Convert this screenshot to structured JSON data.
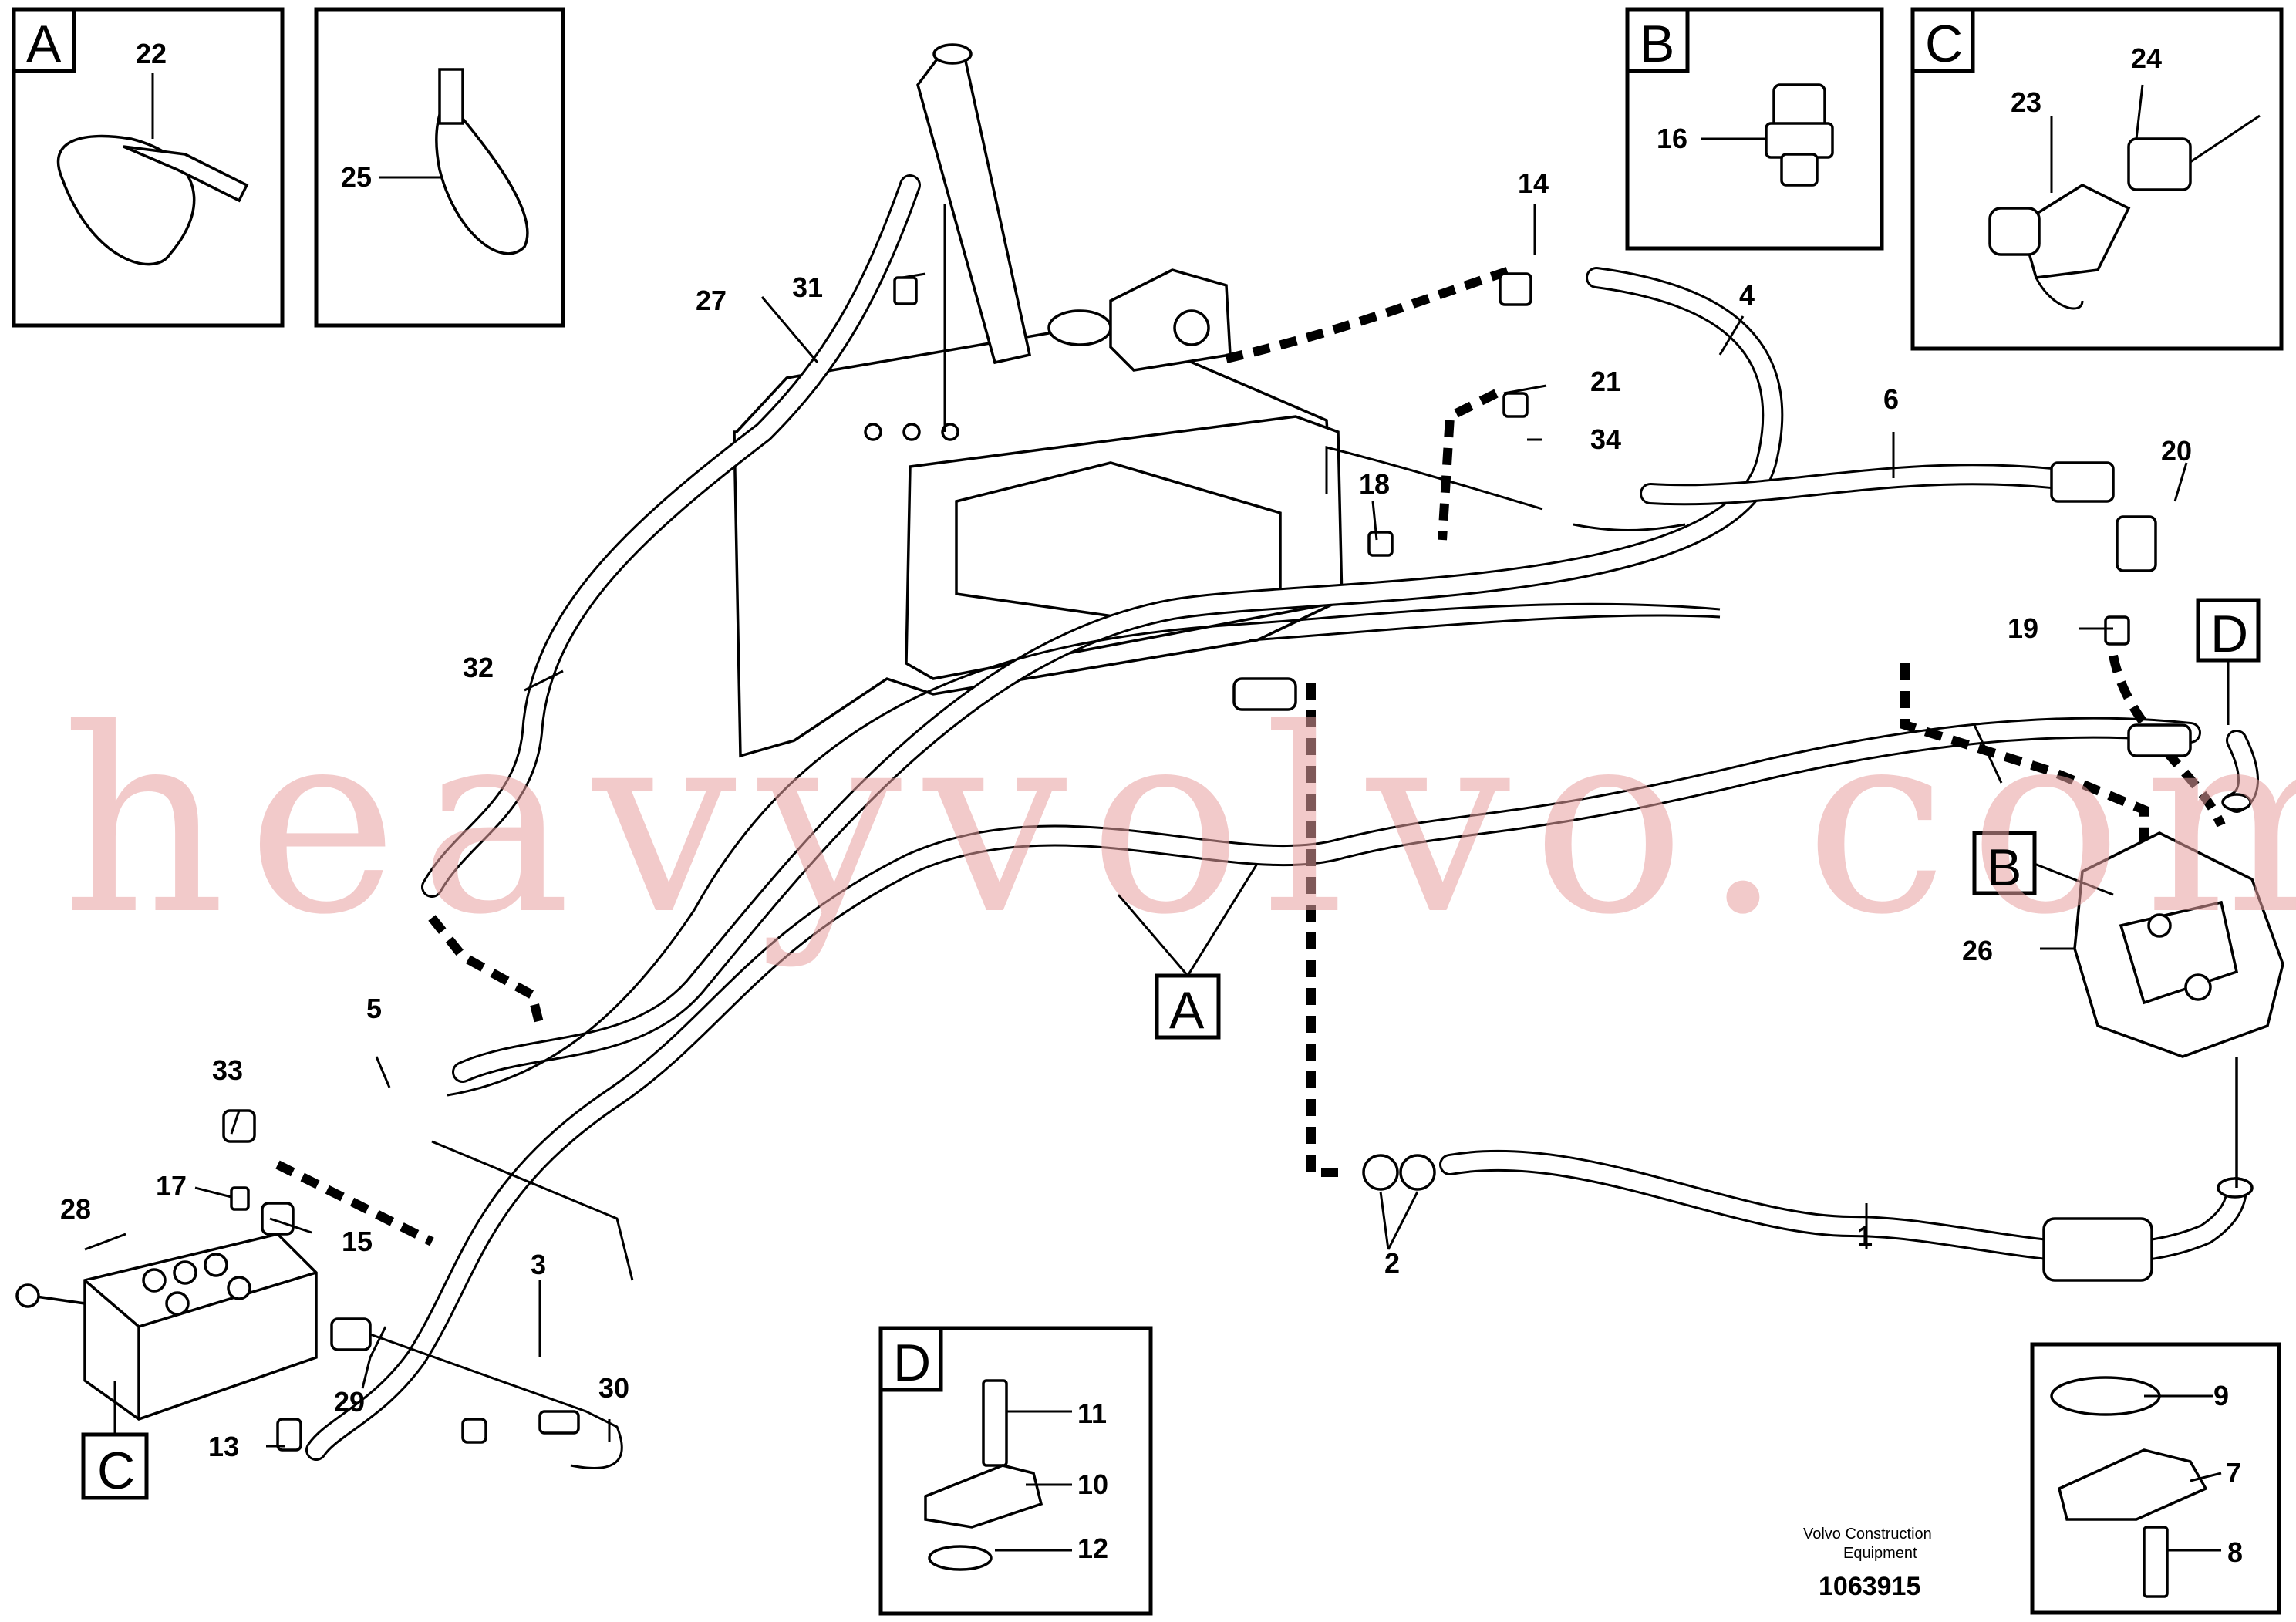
{
  "inset_letters": {
    "a": "A",
    "b": "B",
    "c": "C",
    "d": "D"
  },
  "callouts": {
    "a": "A",
    "b": "B",
    "c": "C",
    "d": "D"
  },
  "parts": {
    "p1": "1",
    "p2": "2",
    "p3": "3",
    "p4": "4",
    "p5": "5",
    "p6": "6",
    "p7": "7",
    "p8": "8",
    "p9": "9",
    "p10": "10",
    "p11": "11",
    "p12": "12",
    "p13": "13",
    "p14": "14",
    "p15": "15",
    "p16": "16",
    "p17": "17",
    "p18": "18",
    "p19": "19",
    "p20": "20",
    "p21": "21",
    "p22": "22",
    "p23": "23",
    "p24": "24",
    "p25": "25",
    "p26": "26",
    "p27": "27",
    "p28": "28",
    "p29": "29",
    "p30": "30",
    "p31": "31",
    "p32": "32",
    "p33": "33",
    "p34": "34"
  },
  "footer": {
    "maker_line1": "Volvo Construction",
    "maker_line2": "Equipment",
    "doc_number": "1063915"
  },
  "watermark": "heavyvolvo.com",
  "colors": {
    "ink": "#000000",
    "watermark": "#e8a0a0"
  }
}
